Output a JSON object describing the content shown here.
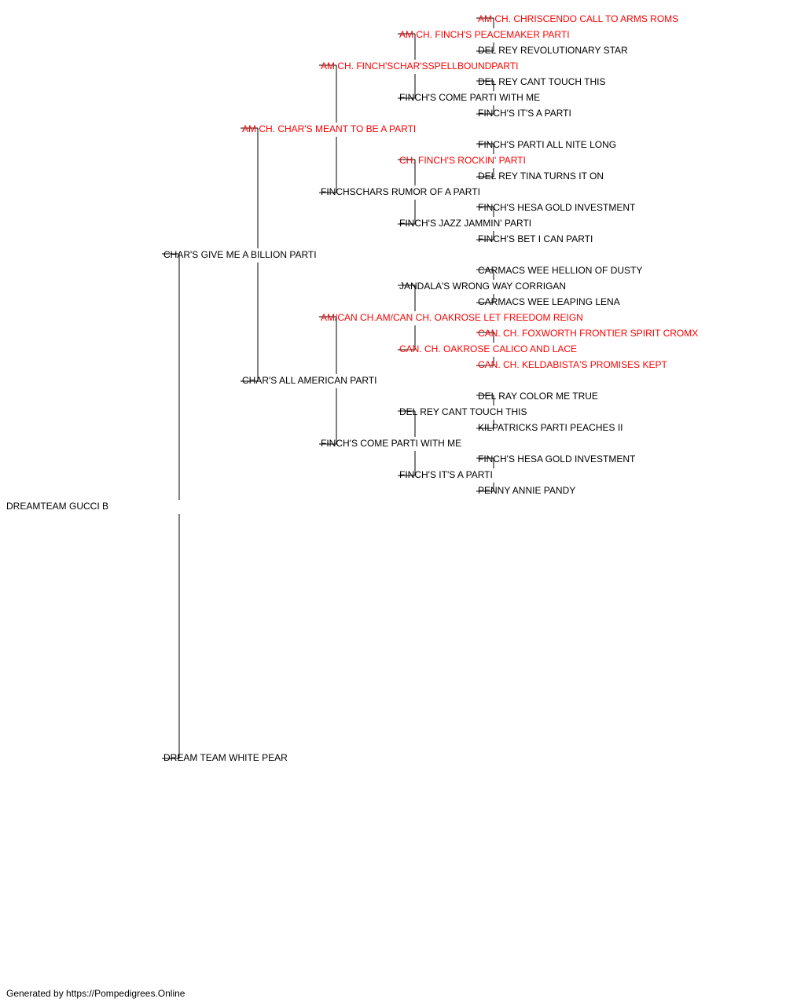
{
  "colors": {
    "titled": "#ff0000",
    "normal": "#000000",
    "line": "#000000"
  },
  "pedigree": {
    "name": "DREAMTEAM GUCCI B",
    "sire": {
      "name": "CHAR'S GIVE ME A BILLION PARTI",
      "sire": {
        "name": "AM CH. CHAR'S MEANT TO BE A PARTI",
        "titled": true,
        "sire": {
          "name": "AM CH. FINCH'SCHAR'SSPELLBOUNDPARTI",
          "titled": true,
          "sire": {
            "name": "AM CH. FINCH'S PEACEMAKER PARTI",
            "titled": true,
            "sire": {
              "name": "AM CH. CHRISCENDO CALL TO ARMS ROMS",
              "titled": true
            },
            "dam": {
              "name": "DEL REY REVOLUTIONARY STAR"
            }
          },
          "dam": {
            "name": "FINCH'S COME PARTI WITH ME",
            "sire": {
              "name": "DEL REY CANT TOUCH THIS"
            },
            "dam": {
              "name": "FINCH'S IT'S A PARTI"
            }
          }
        },
        "dam": {
          "name": "FINCHSCHARS RUMOR OF A PARTI",
          "sire": {
            "name": "CH. FINCH'S ROCKIN' PARTI",
            "titled": true,
            "sire": {
              "name": "FINCH'S PARTI ALL NITE LONG"
            },
            "dam": {
              "name": "DEL REY TINA TURNS IT ON"
            }
          },
          "dam": {
            "name": "FINCH'S JAZZ JAMMIN' PARTI",
            "sire": {
              "name": "FINCH'S HESA GOLD INVESTMENT"
            },
            "dam": {
              "name": "FINCH'S BET I CAN PARTI"
            }
          }
        }
      },
      "dam": {
        "name": "CHAR'S ALL AMERICAN PARTI",
        "sire": {
          "name": "AM/CAN CH.AM/CAN CH. OAKROSE LET FREEDOM REIGN",
          "titled": true,
          "sire": {
            "name": "JANDALA'S WRONG WAY CORRIGAN",
            "sire": {
              "name": "CARMACS WEE HELLION OF DUSTY"
            },
            "dam": {
              "name": "CARMACS WEE LEAPING LENA"
            }
          },
          "dam": {
            "name": "CAN. CH. OAKROSE CALICO AND LACE",
            "titled": true,
            "sire": {
              "name": "CAN. CH. FOXWORTH FRONTIER SPIRIT CROMX",
              "titled": true
            },
            "dam": {
              "name": "CAN. CH. KELDABISTA'S PROMISES KEPT",
              "titled": true
            }
          }
        },
        "dam": {
          "name": "FINCH'S COME PARTI WITH ME",
          "sire": {
            "name": "DEL REY CANT TOUCH THIS",
            "sire": {
              "name": "DEL RAY COLOR ME TRUE"
            },
            "dam": {
              "name": "KILPATRICKS PARTI PEACHES II"
            }
          },
          "dam": {
            "name": "FINCH'S IT'S A PARTI",
            "sire": {
              "name": "FINCH'S HESA GOLD INVESTMENT"
            },
            "dam": {
              "name": "PENNY ANNIE PANDY"
            }
          }
        }
      }
    },
    "dam": {
      "name": "DREAM TEAM WHITE PEAR"
    }
  },
  "footer": "Generated by https://Pompedigrees.Online"
}
